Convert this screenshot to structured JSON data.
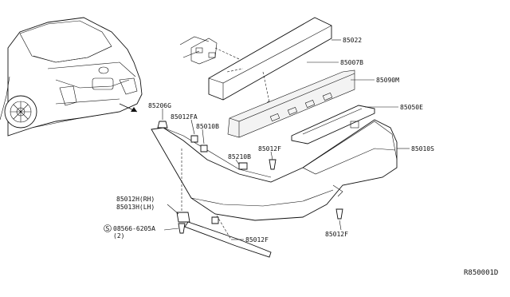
{
  "diagram": {
    "reference_code": "R850001D",
    "parts": [
      {
        "id": "85022",
        "label": "85022"
      },
      {
        "id": "85007B",
        "label": "85007B"
      },
      {
        "id": "85090M",
        "label": "85090M"
      },
      {
        "id": "85050E",
        "label": "85050E"
      },
      {
        "id": "85010S",
        "label": "85010S"
      },
      {
        "id": "85206G",
        "label": "85206G"
      },
      {
        "id": "85012FA",
        "label": "85012FA"
      },
      {
        "id": "85010B",
        "label": "85010B"
      },
      {
        "id": "85210B",
        "label": "85210B"
      },
      {
        "id": "85012F-upper",
        "label": "85012F"
      },
      {
        "id": "85012H-RH",
        "label": "85012H(RH)"
      },
      {
        "id": "85013H-LH",
        "label": "85013H(LH)"
      },
      {
        "id": "screw",
        "label": "08566-6205A",
        "symbol": "S",
        "qty": "(2)"
      },
      {
        "id": "85012F-lower-left",
        "label": "85012F"
      },
      {
        "id": "85012F-lower-right",
        "label": "85012F"
      }
    ]
  }
}
